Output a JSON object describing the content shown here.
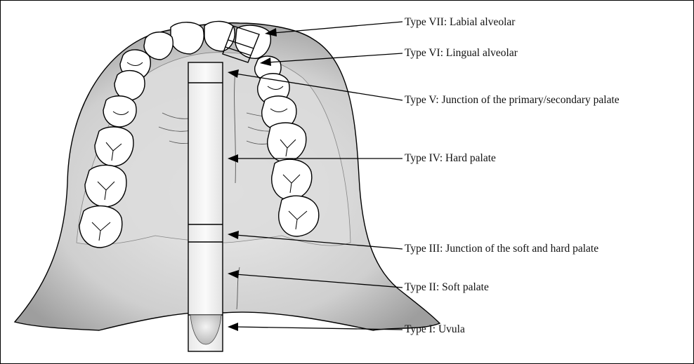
{
  "colors": {
    "tissue_fill": "#d4d4d4",
    "tissue_shade": "#a9a9a9",
    "tooth_fill": "#ffffff",
    "outline": "#000000",
    "box_fill": "#f1f1f1"
  },
  "labels": {
    "type7": "Type VII: Labial alveolar",
    "type6": "Type VI: Lingual alveolar",
    "type5": "Type V: Junction of the primary/secondary palate",
    "type4": "Type IV: Hard palate",
    "type3": "Type III: Junction of the soft and hard palate",
    "type2": "Type II: Soft palate",
    "type1": "Type I: Uvula"
  }
}
